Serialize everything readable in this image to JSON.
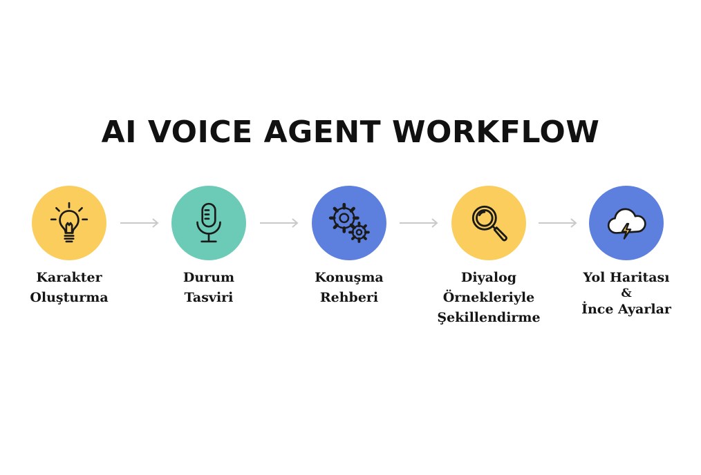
{
  "title": "AI VOICE AGENT WORKFLOW",
  "colors": {
    "yellow": "#FBCD5D",
    "teal": "#6CCBB6",
    "blue": "#5D80DE",
    "arrow": "#C9C9C9",
    "text": "#151515"
  },
  "steps": [
    {
      "icon": "lightbulb-icon",
      "color": "#FBCD5D",
      "lines": [
        "Karakter",
        "Oluşturma"
      ]
    },
    {
      "icon": "microphone-icon",
      "color": "#6CCBB6",
      "lines": [
        "Durum",
        "Tasviri"
      ]
    },
    {
      "icon": "gears-icon",
      "color": "#5D80DE",
      "lines": [
        "Konuşma",
        "Rehberi"
      ]
    },
    {
      "icon": "magnifier-icon",
      "color": "#FBCD5D",
      "lines": [
        "Diyalog",
        "Örnekleriyle",
        "Şekillendirme"
      ]
    },
    {
      "icon": "cloud-lightning-icon",
      "color": "#5D80DE",
      "lines": [
        "Yol Haritası",
        "&",
        "İnce Ayarlar"
      ]
    }
  ]
}
